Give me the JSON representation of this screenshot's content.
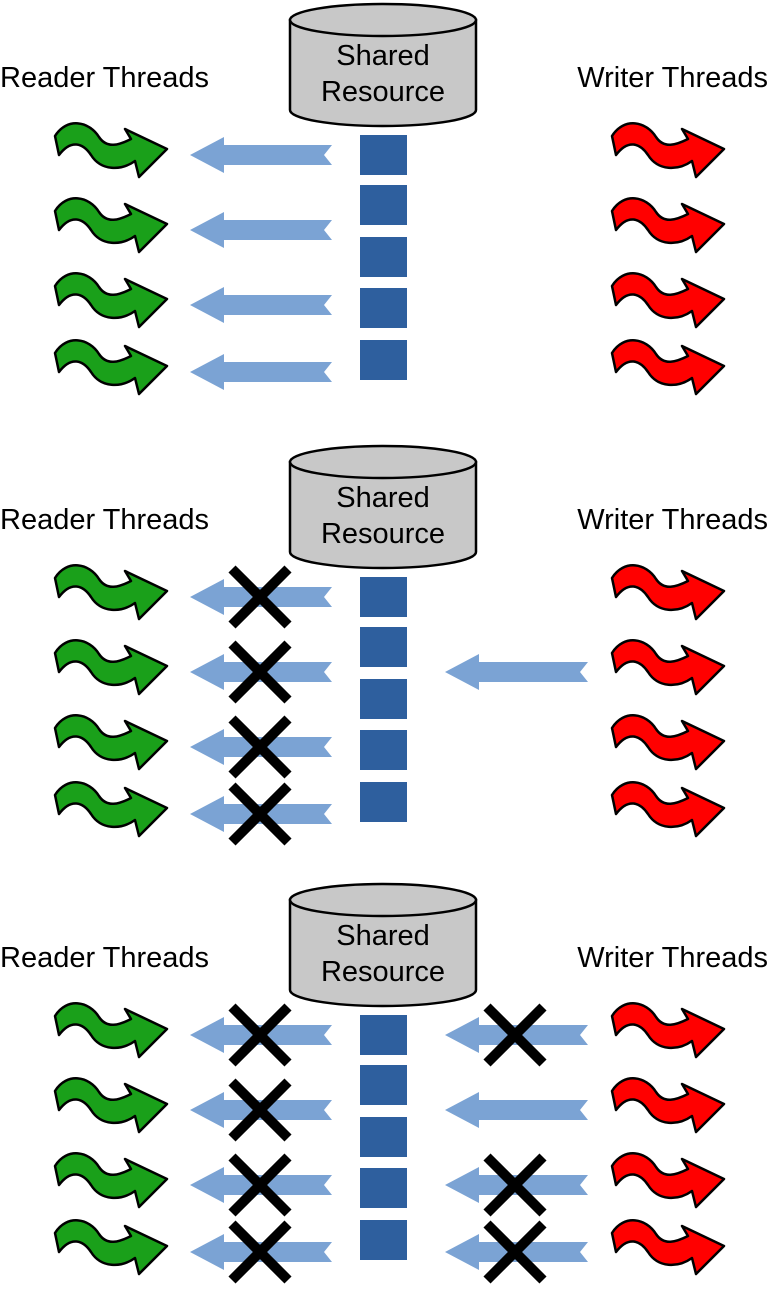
{
  "panels": [
    {
      "reader_label": "Reader Threads",
      "writer_label": "Writer Threads",
      "resource_line1": "Shared",
      "resource_line2": "Resource",
      "reader_arrows": [
        true,
        true,
        true,
        true
      ],
      "reader_blocked": [
        false,
        false,
        false,
        false
      ],
      "writer_arrows": [
        false,
        false,
        false,
        false
      ],
      "writer_blocked": [
        false,
        false,
        false,
        false
      ]
    },
    {
      "reader_label": "Reader Threads",
      "writer_label": "Writer Threads",
      "resource_line1": "Shared",
      "resource_line2": "Resource",
      "reader_arrows": [
        true,
        true,
        true,
        true
      ],
      "reader_blocked": [
        true,
        true,
        true,
        true
      ],
      "writer_arrows": [
        false,
        true,
        false,
        false
      ],
      "writer_blocked": [
        false,
        false,
        false,
        false
      ]
    },
    {
      "reader_label": "Reader Threads",
      "writer_label": "Writer Threads",
      "resource_line1": "Shared",
      "resource_line2": "Resource",
      "reader_arrows": [
        true,
        true,
        true,
        true
      ],
      "reader_blocked": [
        true,
        true,
        true,
        true
      ],
      "writer_arrows": [
        true,
        true,
        true,
        true
      ],
      "writer_blocked": [
        true,
        false,
        true,
        true
      ]
    }
  ],
  "colors": {
    "reader_thread": "#1aa01a",
    "writer_thread": "#ff0000",
    "access_arrow": "#7ba3d4",
    "queue_block": "#2e5f9e",
    "resource_fill": "#c8c8c8",
    "blocked_mark": "#000000"
  },
  "icons": {
    "reader_thread": "green-wavy-arrow-icon",
    "writer_thread": "red-wavy-arrow-icon",
    "blocked": "x-mark-icon",
    "resource": "database-cylinder-icon"
  }
}
